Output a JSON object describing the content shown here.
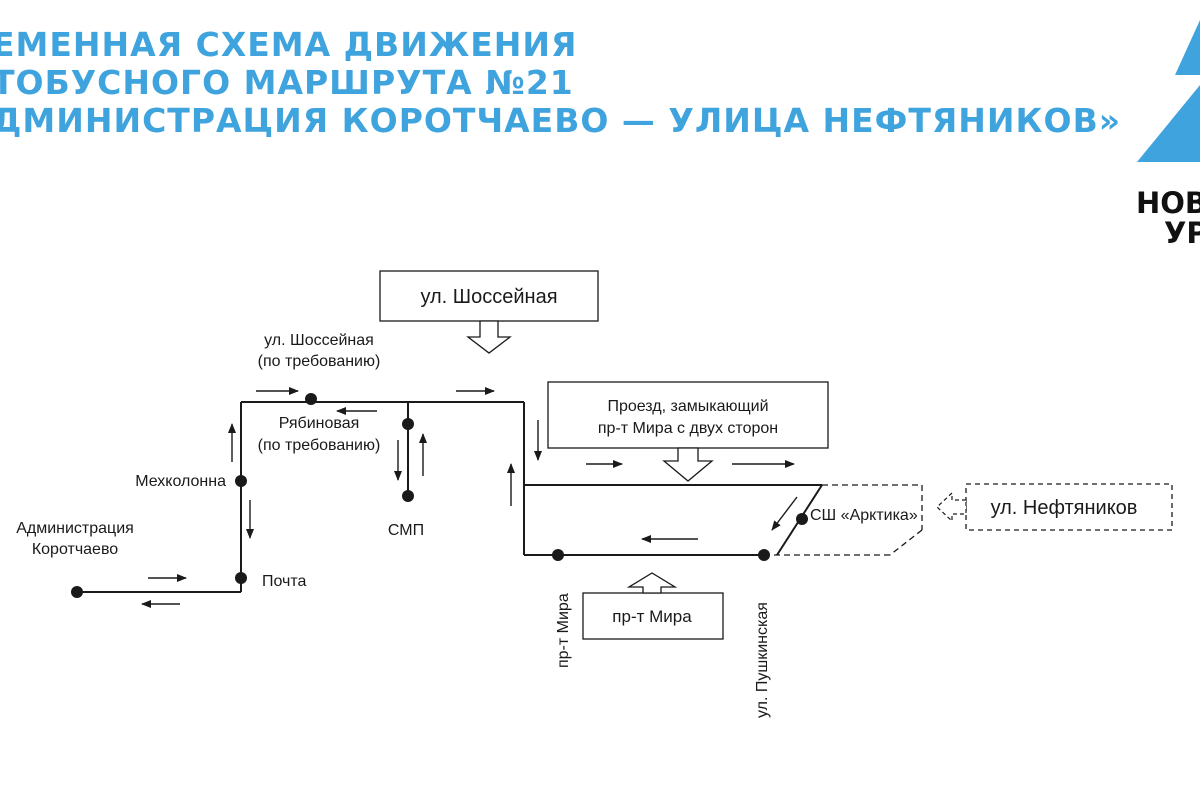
{
  "title": {
    "line1": "еменная схема движения",
    "line2": "тобусного маршрута №21",
    "line3": "дминистрация Коротчаево — улица Нефтяников»"
  },
  "logo": {
    "line1": "НОВ",
    "line2": "УР",
    "accent_color": "#3fa3dd"
  },
  "streets": {
    "shosseynaya": "ул. Шоссейная",
    "proezd_line1": "Проезд, замыкающий",
    "proezd_line2": "пр-т Мира с двух сторон",
    "neftyanikov": "ул. Нефтяников",
    "mira": "пр-т Мира"
  },
  "stops": {
    "administration_line1": "Администрация",
    "administration_line2": "Коротчаево",
    "pochta": "Почта",
    "mekhkolonna": "Мехколонна",
    "shosseynaya_line1": "ул. Шоссейная",
    "shosseynaya_line2": "(по требованию)",
    "ryabinovaya_line1": "Рябиновая",
    "ryabinovaya_line2": "(по требованию)",
    "smp": "СМП",
    "pr_mira": "пр-т Мира",
    "pushkinskaya": "ул. Пушкинская",
    "arktika": "СШ «Арктика»"
  },
  "colors": {
    "accent": "#3fa3dd",
    "line": "#1a1a1a"
  }
}
